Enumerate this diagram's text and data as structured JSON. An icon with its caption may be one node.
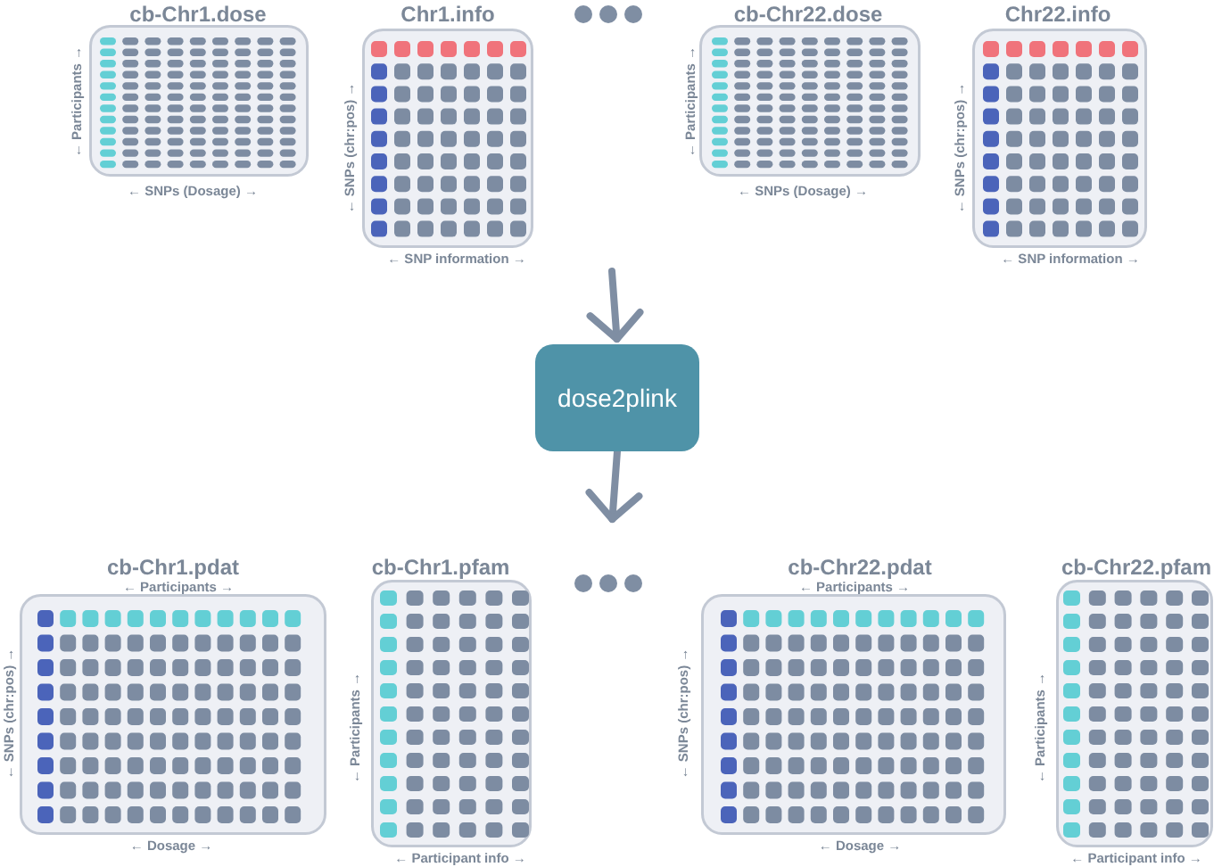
{
  "diagram": {
    "nodes": [
      {
        "text": [
          "cb-Chr1.dose"
        ],
        "beside": [
          "← Participants →",
          "← SNPs (Dosage) →"
        ]
      },
      {
        "text": [
          "Chr1.info"
        ],
        "beside": [
          "← SNPs (chr:pos) →",
          "← SNP information →"
        ]
      },
      {
        "text": [
          "cb-Chr22.dose"
        ],
        "beside": [
          "← Participants →",
          "← SNPs (Dosage) →"
        ]
      },
      {
        "text": [
          "Chr22.info"
        ],
        "beside": [
          "← SNPs (chr:pos) →",
          "← SNP information →"
        ]
      },
      {
        "text": [
          "dose2plink"
        ]
      },
      {
        "text": [
          "cb-Chr1.pdat"
        ],
        "beside": [
          "← Participants →",
          "← SNPs (chr:pos) →",
          "← Dosage →"
        ]
      },
      {
        "text": [
          "cb-Chr1.pfam"
        ],
        "beside": [
          "← Participants →",
          "← Participant info →"
        ]
      },
      {
        "text": [
          "cb-Chr22.pdat"
        ],
        "beside": [
          "← Participants →",
          "← SNPs (chr:pos) →",
          "← Dosage →"
        ]
      },
      {
        "text": [
          "cb-Chr22.pfam"
        ],
        "beside": [
          "← Participants →",
          "← Participant info →"
        ]
      }
    ],
    "edges": [
      {
        "from": null,
        "to": 4,
        "arrow": "to"
      },
      {
        "from": 4,
        "to": null,
        "arrow": "to"
      }
    ]
  }
}
